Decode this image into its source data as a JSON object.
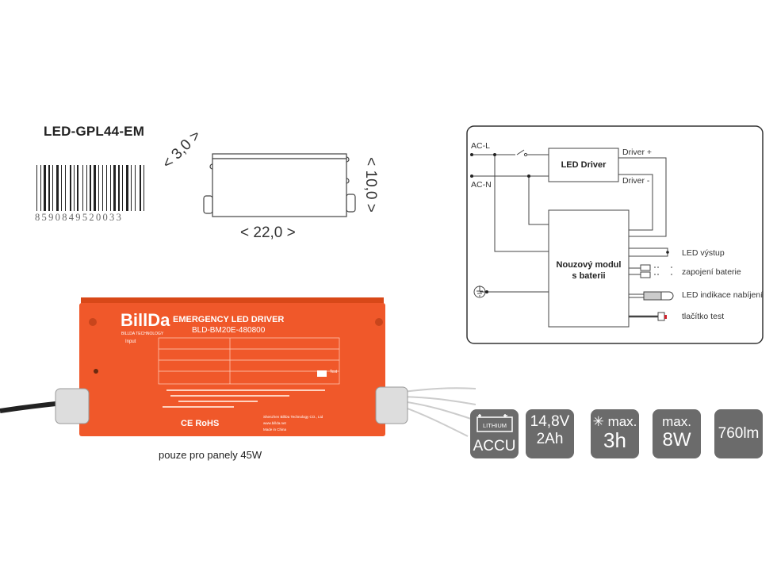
{
  "product": {
    "code": "LED-GPL44-EM",
    "barcode": "8590849520033",
    "caption": "pouze pro panely 45W"
  },
  "dimensions": {
    "depth": "< 3,0 >",
    "width": "< 22,0 >",
    "height": "< 10,0 >"
  },
  "device_label": {
    "brand": "BillDa",
    "brand_sub": "BILLDA TECHNOLOGY",
    "title": "EMERGENCY LED DRIVER",
    "model": "BLD-BM20E-480800",
    "input": "Input",
    "test": "Test",
    "certs": "CE RoHS",
    "manufacturer": "Shenzhen BillDa Technology CO., Ltd",
    "website": "www.billda.net",
    "origin": "Made in China",
    "color": "#f0582a"
  },
  "wiring": {
    "ac_l": "AC-L",
    "ac_n": "AC-N",
    "led_driver": "LED Driver",
    "driver_plus": "Driver +",
    "driver_minus": "Driver -",
    "module_line1": "Nouzový modul",
    "module_line2": "s baterii",
    "outputs": [
      "LED výstup",
      "zapojení baterie",
      "LED indikace nabíjení",
      "tlačítko test"
    ]
  },
  "badges": [
    {
      "icon": "battery-icon",
      "line1": "LITHIUM",
      "line2": "ACCU"
    },
    {
      "line1": "14,8V",
      "line2": "2Ah"
    },
    {
      "icon": "sun-icon",
      "line1": "max.",
      "line2": "3h"
    },
    {
      "line1": "max.",
      "line2": "8W"
    },
    {
      "line1": "",
      "line2": "760lm"
    }
  ],
  "colors": {
    "badge": "#6b6b6b",
    "test_button": "#d0202a"
  }
}
